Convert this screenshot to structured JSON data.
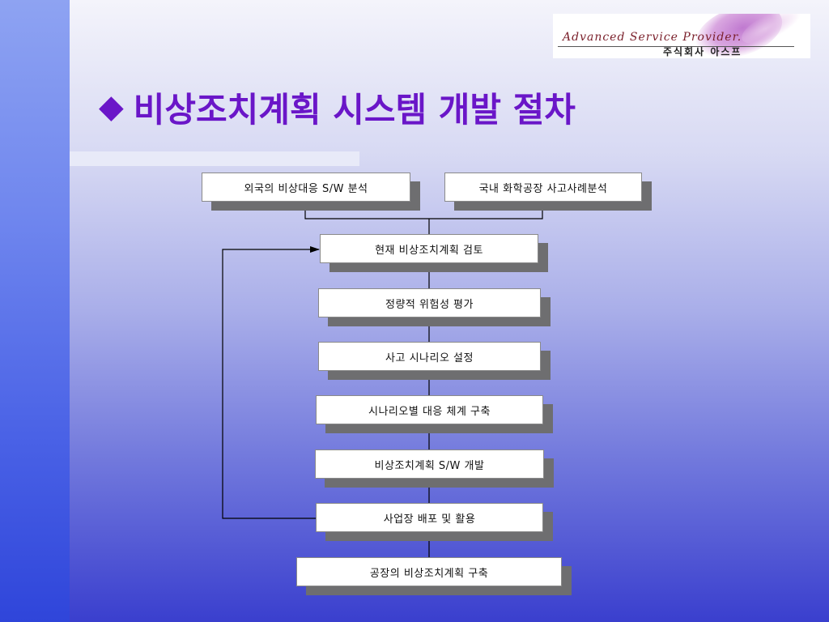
{
  "title": {
    "bullet": "◆",
    "text": "비상조치계획 시스템 개발 절차"
  },
  "logo": {
    "tagline": "Advanced Service Provider.",
    "company": "주식회사 아스프"
  },
  "colors": {
    "title": "#6a16c8",
    "box_shadow": "#6e6e70"
  },
  "steps": {
    "s1": "외국의 비상대응 S/W 분석",
    "s2": "국내 화학공장 사고사례분석",
    "s3": "현재 비상조치계획 검토",
    "s4": "정량적 위험성 평가",
    "s5": "사고 시나리오 설정",
    "s6": "시나리오별 대응 체계 구축",
    "s7": "비상조치계획 S/W 개발",
    "s8": "사업장 배포 및 활용",
    "s9": "공장의 비상조치계획 구축"
  }
}
